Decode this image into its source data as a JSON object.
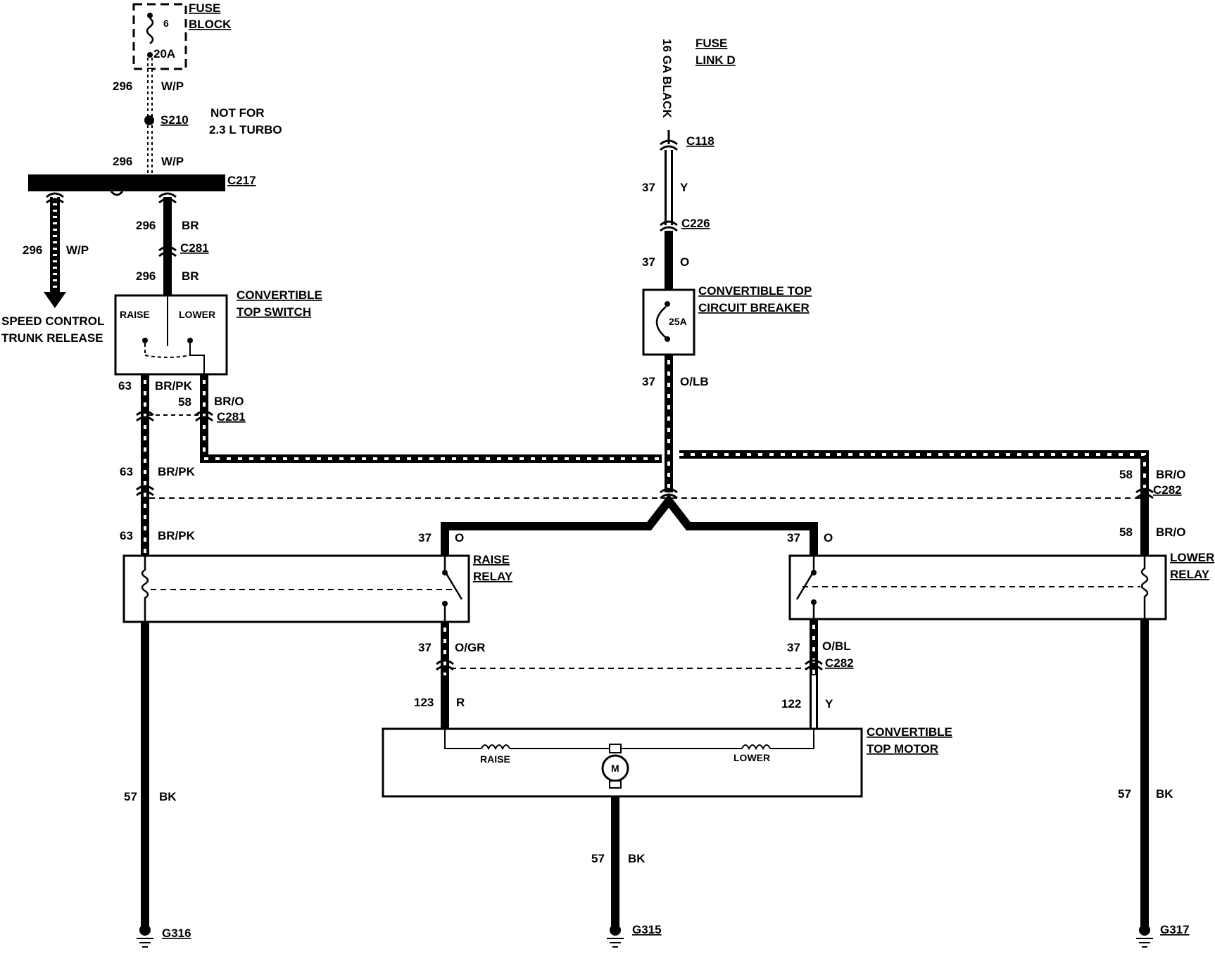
{
  "fuse_block": {
    "title1": "FUSE",
    "title2": "BLOCK",
    "fuse_no": "6",
    "rating": "20A"
  },
  "fuse_link": {
    "title1": "FUSE",
    "title2": "LINK D",
    "wire_desc": "16 GA BLACK"
  },
  "note": {
    "line1": "NOT FOR",
    "line2": "2.3 L TURBO"
  },
  "splice": "S210",
  "connectors": {
    "c217": "C217",
    "c281a": "C281",
    "c281b": "C281",
    "c118": "C118",
    "c226": "C226",
    "c282a": "C282",
    "c282b": "C282"
  },
  "grounds": {
    "g316": "G316",
    "g315": "G315",
    "g317": "G317"
  },
  "switch": {
    "title1": "CONVERTIBLE",
    "title2": "TOP SWITCH",
    "raise": "RAISE",
    "lower": "LOWER"
  },
  "breaker": {
    "title1": "CONVERTIBLE TOP",
    "title2": "CIRCUIT BREAKER",
    "rating": "25A"
  },
  "speed_control": {
    "line1": "SPEED CONTROL",
    "line2": "TRUNK RELEASE"
  },
  "raise_relay": {
    "line1": "RAISE",
    "line2": "RELAY"
  },
  "lower_relay": {
    "line1": "LOWER",
    "line2": "RELAY"
  },
  "motor": {
    "title1": "CONVERTIBLE",
    "title2": "TOP MOTOR",
    "raise": "RAISE",
    "lower": "LOWER",
    "m": "M"
  },
  "wires": {
    "w1": {
      "num": "296",
      "color": "W/P"
    },
    "w2": {
      "num": "296",
      "color": "W/P"
    },
    "w3": {
      "num": "296",
      "color": "W/P"
    },
    "w4": {
      "num": "296",
      "color": "BR"
    },
    "w5": {
      "num": "296",
      "color": "BR"
    },
    "w6": {
      "num": "63",
      "color": "BR/PK"
    },
    "w7": {
      "num": "58",
      "color": "BR/O"
    },
    "w8": {
      "num": "63",
      "color": "BR/PK"
    },
    "w9": {
      "num": "63",
      "color": "BR/PK"
    },
    "w10": {
      "num": "37",
      "color": "Y"
    },
    "w11": {
      "num": "37",
      "color": "O"
    },
    "w12": {
      "num": "37",
      "color": "O/LB"
    },
    "w13": {
      "num": "37",
      "color": "O"
    },
    "w14": {
      "num": "37",
      "color": "O"
    },
    "w15": {
      "num": "58",
      "color": "BR/O"
    },
    "w16": {
      "num": "58",
      "color": "BR/O"
    },
    "w17": {
      "num": "37",
      "color": "O/GR"
    },
    "w18": {
      "num": "37",
      "color": "O/BL"
    },
    "w19": {
      "num": "123",
      "color": "R"
    },
    "w20": {
      "num": "122",
      "color": "Y"
    },
    "w21": {
      "num": "57",
      "color": "BK"
    },
    "w22": {
      "num": "57",
      "color": "BK"
    },
    "w23": {
      "num": "57",
      "color": "BK"
    }
  }
}
